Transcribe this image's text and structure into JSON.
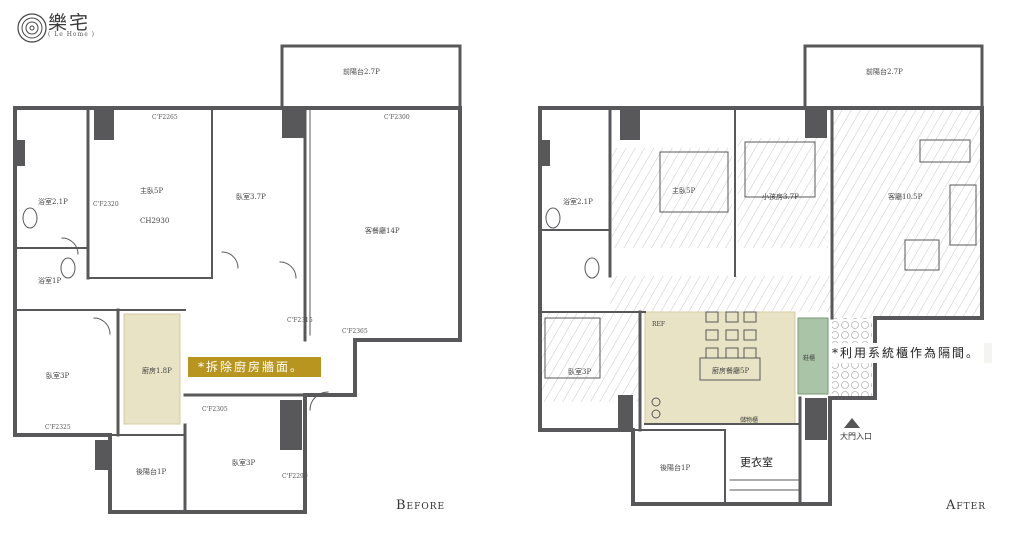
{
  "brand": {
    "name": "樂宅",
    "tagline": "( Le Home )"
  },
  "captions": {
    "before": "Before",
    "after": "After"
  },
  "callouts": {
    "before": "*拆除廚房牆面。",
    "after": "*利用系統櫃作為隔間。"
  },
  "before_plan": {
    "rooms": {
      "balcony_top": "前陽台2.7P",
      "bath_a": "浴室2.1P",
      "master": "主臥5P",
      "master_ch": "CH2930",
      "bedroom_37": "臥室3.7P",
      "living": "客餐廳14P",
      "bath_b": "浴室1P",
      "bedroom_3p_left": "臥室3P",
      "kitchen": "廚房1.8P",
      "rear_balcony": "後陽台1P",
      "bedroom_3p_bottom": "臥室3P"
    },
    "dims": {
      "cf2265": "C'F2265",
      "cf2300": "C'F2300",
      "cf2320": "C'F2320",
      "cf2315": "C'F2315",
      "cf2365": "C'F2365",
      "cf2325": "C'F2325",
      "cf2305": "C'F2305",
      "cf2290": "C'F2290"
    }
  },
  "after_plan": {
    "rooms": {
      "balcony_top": "前陽台2.7P",
      "bath_a": "浴室2.1P",
      "master": "主臥5P",
      "small_master": "小孩房3.7P",
      "living": "客廳10.5P",
      "bedroom_3p": "臥室3P",
      "kitchen_dining": "廚房餐廳5P",
      "rear_balcony": "後陽台1P",
      "closet": "更衣室",
      "shoe_cabinet": "鞋櫃",
      "fridge": "REF",
      "storage": "儲物櫃",
      "entrance": "大門入口"
    }
  },
  "colors": {
    "wall": "#58585a",
    "highlight": "#e8e3c4",
    "callout": "#b8951f",
    "partition": "#a9c4a6"
  }
}
